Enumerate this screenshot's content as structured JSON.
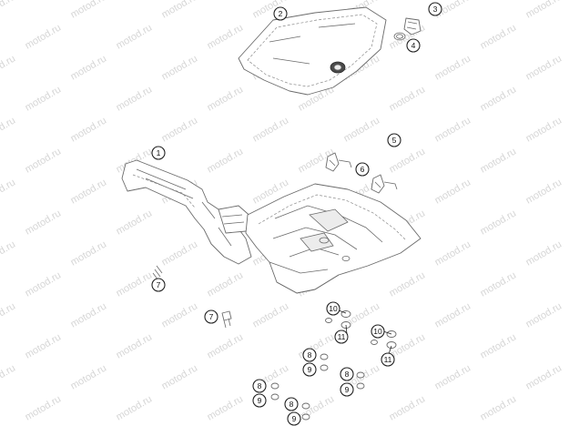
{
  "watermark": {
    "text": "motod.ru"
  },
  "diagram": {
    "callouts": [
      {
        "id": "c2",
        "label": "2"
      },
      {
        "id": "c3",
        "label": "3"
      },
      {
        "id": "c4",
        "label": "4"
      },
      {
        "id": "c1",
        "label": "1"
      },
      {
        "id": "c5",
        "label": "5"
      },
      {
        "id": "c6",
        "label": "6"
      },
      {
        "id": "c7a",
        "label": "7"
      },
      {
        "id": "c7b",
        "label": "7"
      },
      {
        "id": "c10a",
        "label": "10"
      },
      {
        "id": "c11a",
        "label": "11"
      },
      {
        "id": "c10b",
        "label": "10"
      },
      {
        "id": "c11b",
        "label": "11"
      },
      {
        "id": "c8a",
        "label": "8"
      },
      {
        "id": "c9a",
        "label": "9"
      },
      {
        "id": "c8b",
        "label": "8"
      },
      {
        "id": "c9b",
        "label": "9"
      },
      {
        "id": "c8c",
        "label": "8"
      },
      {
        "id": "c9c",
        "label": "9"
      },
      {
        "id": "c8d",
        "label": "8"
      },
      {
        "id": "c9d",
        "label": "9"
      }
    ]
  }
}
